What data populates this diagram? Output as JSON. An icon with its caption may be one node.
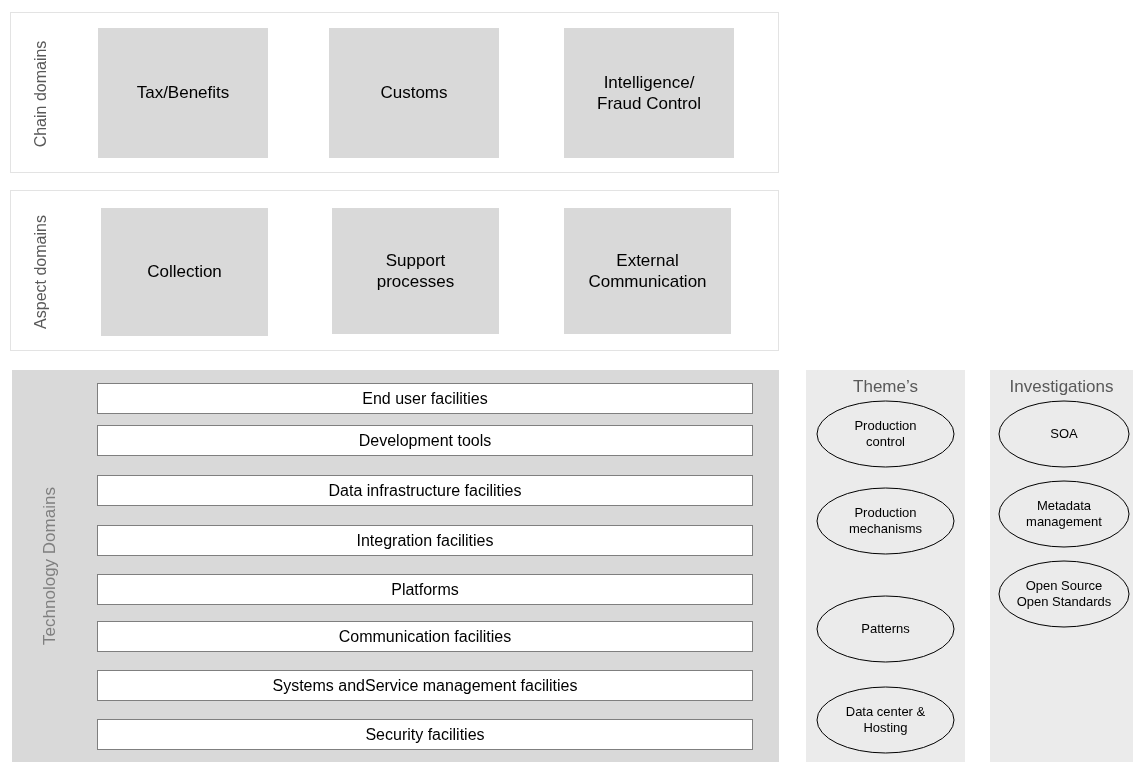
{
  "diagram": {
    "nodes": [
      {
        "text": [
          "Chain domains"
        ]
      },
      {
        "text": [
          "Tax/Benefits"
        ],
        "in": 0
      },
      {
        "text": [
          "Customs"
        ],
        "in": 0
      },
      {
        "text": [
          "Intelligence/ Fraud Control"
        ],
        "in": 0
      },
      {
        "text": [
          "Aspect domains"
        ]
      },
      {
        "text": [
          "Collection"
        ],
        "in": 4
      },
      {
        "text": [
          "Support processes"
        ],
        "in": 4
      },
      {
        "text": [
          "External Communication"
        ],
        "in": 4
      },
      {
        "text": [
          "Technology Domains"
        ]
      },
      {
        "text": [
          "End user facilities"
        ],
        "in": 8
      },
      {
        "text": [
          "Development tools"
        ],
        "in": 8
      },
      {
        "text": [
          "Data infrastructure facilities"
        ],
        "in": 8
      },
      {
        "text": [
          "Integration facilities"
        ],
        "in": 8
      },
      {
        "text": [
          "Platforms"
        ],
        "in": 8
      },
      {
        "text": [
          "Communication facilities"
        ],
        "in": 8
      },
      {
        "text": [
          "Systems andService management facilities"
        ],
        "in": 8
      },
      {
        "text": [
          "Security facilities"
        ],
        "in": 8
      },
      {
        "text": [
          "Theme’s"
        ]
      },
      {
        "text": [
          "Production control"
        ],
        "in": 17
      },
      {
        "text": [
          "Production mechanisms"
        ],
        "in": 17
      },
      {
        "text": [
          "Patterns"
        ],
        "in": 17
      },
      {
        "text": [
          "Data center & Hosting"
        ],
        "in": 17
      },
      {
        "text": [
          "Investigations"
        ]
      },
      {
        "text": [
          "SOA"
        ],
        "in": 22
      },
      {
        "text": [
          "Metadata management"
        ],
        "in": 22
      },
      {
        "text": [
          "Open Source Open Standards"
        ],
        "in": 22
      }
    ]
  }
}
